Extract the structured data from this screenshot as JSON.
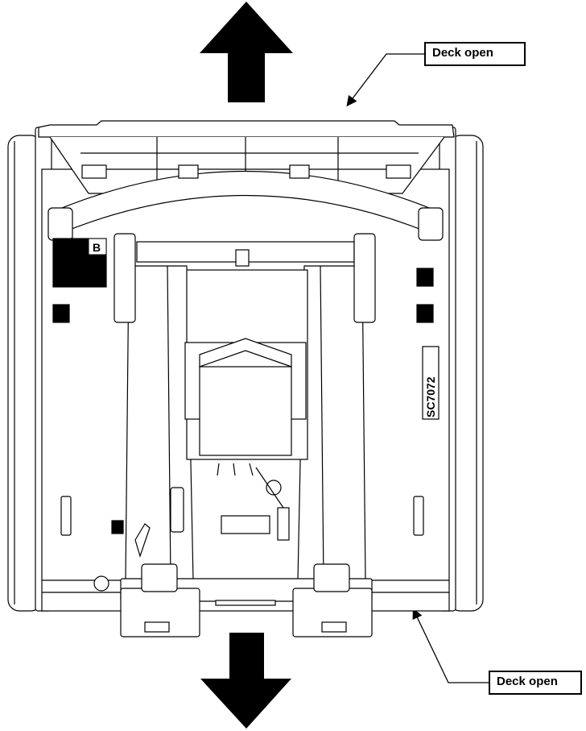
{
  "callouts": {
    "top_label": "Deck open",
    "bottom_label": "Deck open"
  },
  "machine": {
    "model_label": "SC7072",
    "panel_letter": "B"
  },
  "colors": {
    "ink": "#000000",
    "background": "#ffffff",
    "arrow_fill": "#000000"
  }
}
